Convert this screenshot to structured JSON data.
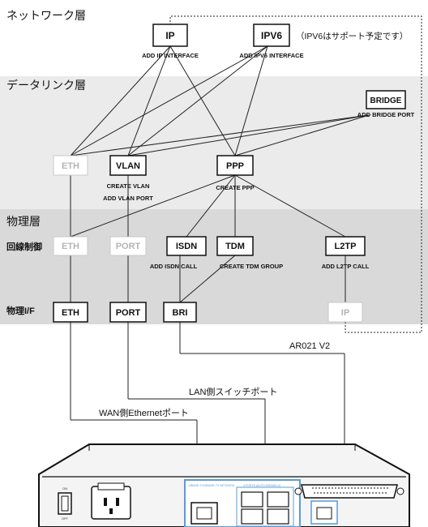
{
  "layers": {
    "network": "ネットワーク層",
    "datalink": "データリンク層",
    "physical": "物理層",
    "line_control": "回線制御",
    "physical_if": "物理I/F"
  },
  "boxes": {
    "ip": "IP",
    "ipv6": "IPV6",
    "bridge": "BRIDGE",
    "eth_dl": "ETH",
    "vlan": "VLAN",
    "ppp": "PPP",
    "eth_lc": "ETH",
    "port_lc": "PORT",
    "isdn": "ISDN",
    "tdm": "TDM",
    "l2tp": "L2TP",
    "eth_if": "ETH",
    "port_if": "PORT",
    "bri": "BRI",
    "ip_grey": "IP"
  },
  "notes": {
    "ipv6_note": "（IPV6はサポート予定です）"
  },
  "commands": {
    "add_ip_interface": "ADD IP INTERFACE",
    "add_ipv6_interface": "ADD IPV6 INTERFACE",
    "add_bridge_port": "ADD BRIDGE PORT",
    "create_vlan": "CREATE VLAN",
    "add_vlan_port": "ADD VLAN PORT",
    "create_ppp": "CREATE PPP",
    "add_isdn_call": "ADD ISDN CALL",
    "create_tdm_group": "CREATE TDM GROUP",
    "add_l2tp_call": "ADD L2TP CALL"
  },
  "device_labels": {
    "model": "AR021 V2",
    "lan_switch": "LAN側スイッチポート",
    "wan_ethernet": "WAN側Ethernetポート"
  },
  "colors": {
    "network_band": "#ffffff",
    "datalink_band": "#ebebeb",
    "physical_band": "#d9d9d9",
    "line": "#222222",
    "grey_text": "#b4b4b4",
    "port_panel": "#5b9bd5"
  }
}
